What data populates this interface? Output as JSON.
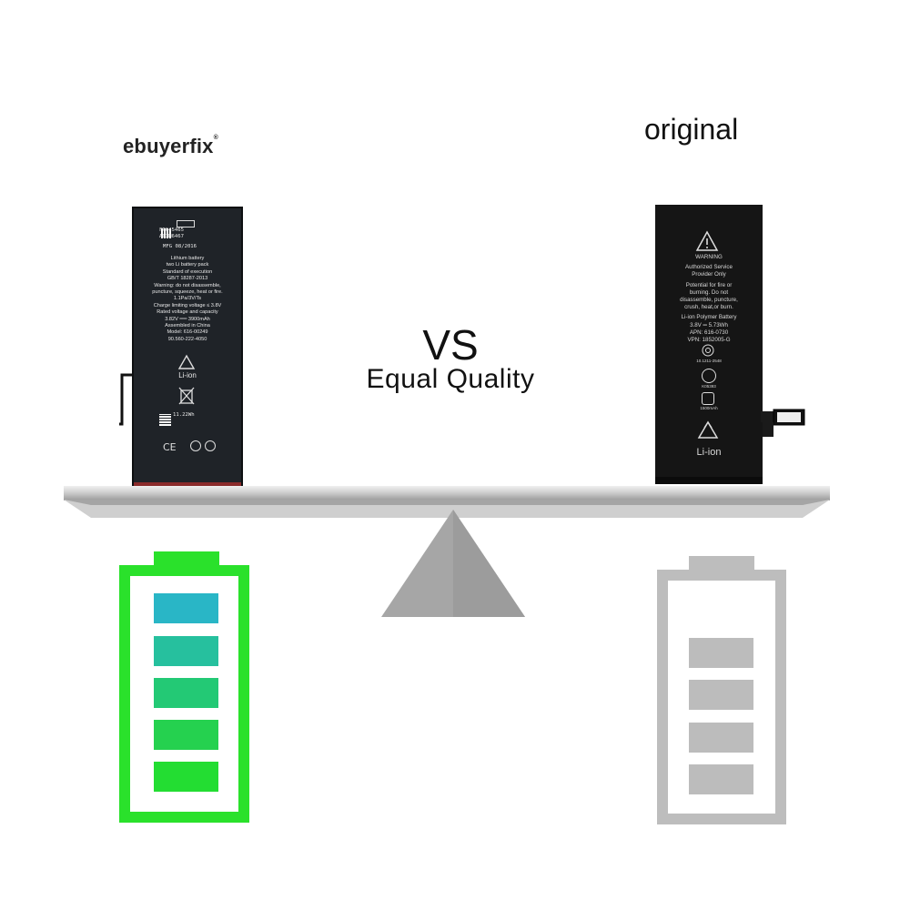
{
  "left": {
    "brand": "ebuyerfix",
    "registered_mark": "®",
    "battery_label_lines": [
      "FRG45465",
      "A03M6467",
      "MFG 08/2016",
      "Lithium battery",
      "two Li battery pack",
      "Standard of execution",
      "GB/T 18287-2013",
      "Warning: do not disassemble,",
      "puncture, squeeze, heat or fire.",
      "1.1Pa/3V/Ts",
      "Charge limiting voltage ≤ 3.8V",
      "Rated voltage and capacity",
      "3.82V ══ 3900mAh",
      "Assembled in China",
      "Model: 616-00249",
      "90.560-222-4050",
      "Li-ion",
      "11.22Wh"
    ],
    "level_color": "#2ae12b",
    "level_segments": [
      "#29b6c6",
      "#26c09e",
      "#23c975",
      "#25d14f",
      "#23dd32"
    ]
  },
  "right": {
    "brand": "original",
    "battery_label_lines": [
      "WARNING",
      "Authorized Service",
      "Provider Only",
      "Potential for fire or",
      "burning. Do not",
      "disassemble, puncture,",
      "crush, heat,or burn.",
      "Li-ion Polymer Battery",
      "3.8V ═ 5.73Wh",
      "APN: 616-0730",
      "VPN: 1852005-G",
      "10.1211-2548",
      "K05393",
      "1500mAh",
      "Li-ion"
    ],
    "level_color": "#bdbdbd",
    "level_segments": [
      "#bcbcbc",
      "#bcbcbc",
      "#bcbcbc",
      "#bcbcbc"
    ]
  },
  "center": {
    "vs": "VS",
    "subtitle": "Equal Quality"
  },
  "colors": {
    "beam": "#bfbfbf",
    "fulcrum": "#a6a6a6"
  }
}
